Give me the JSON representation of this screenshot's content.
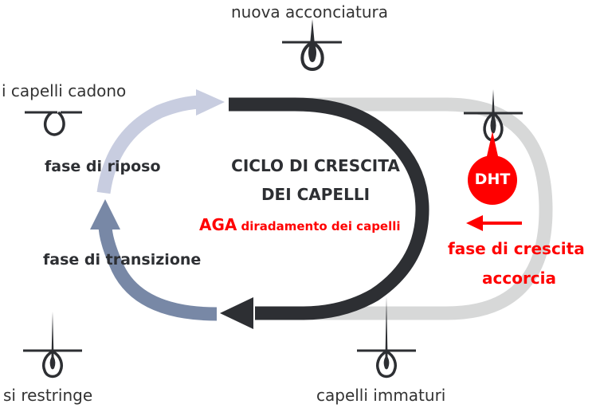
{
  "title": {
    "line1": "CICLO DI CRESCITA",
    "line2": "DEI CAPELLI"
  },
  "aga": {
    "label": "AGA",
    "text": "diradamento dei capelli"
  },
  "stages": {
    "top": "nuova acconciatura",
    "top_left": "i capelli cadono",
    "bottom_left": "si restringe",
    "bottom": "capelli immaturi"
  },
  "phases": {
    "rest": "fase di riposo",
    "transition": "fase di transizione"
  },
  "dht": {
    "label": "DHT",
    "effect_line1": "fase di crescita",
    "effect_line2": "accorcia"
  },
  "colors": {
    "dark_arc": "#2d2f33",
    "grey_arc": "#d7d8d8",
    "rest_arc": "#c8cde0",
    "transition_arc": "#7888a6",
    "accent_red": "#ff0000",
    "text_dark": "#2d2f33"
  },
  "icons": [
    "hair-follicle-full-icon",
    "hair-follicle-empty-icon",
    "hair-follicle-small-icon",
    "hair-follicle-immature-icon",
    "hair-follicle-dht-icon",
    "arrow-left-icon"
  ]
}
